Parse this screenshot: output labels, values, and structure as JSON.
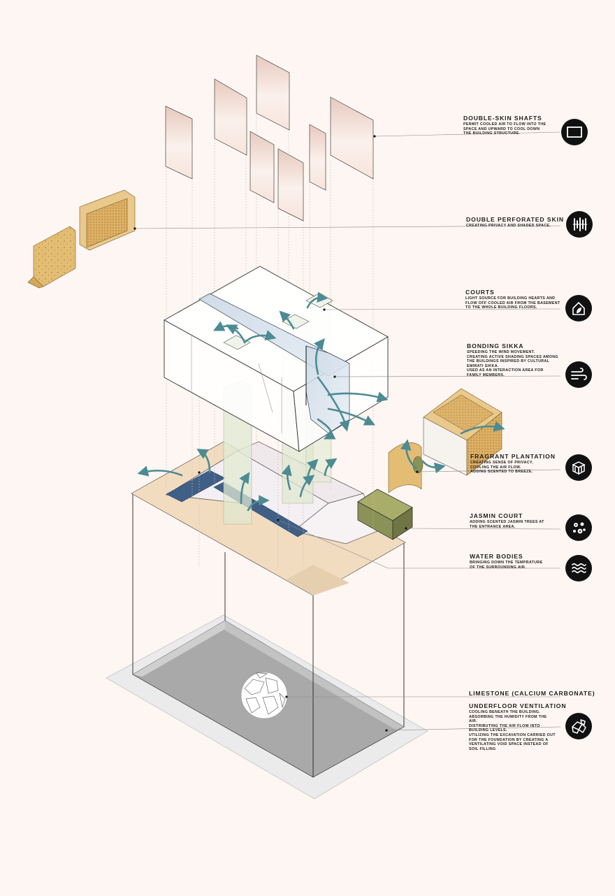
{
  "labels": [
    {
      "id": "double-skin-shafts",
      "title": "DOUBLE-SKIN SHAFTS",
      "desc": [
        "PERMIT COOLED AIR TO FLOW INTO THE",
        "SPACE AND UPWARD TO COOL DOWN",
        "THE BUILDING STRUCTURE."
      ],
      "icon": "window-frame-icon"
    },
    {
      "id": "double-perforated-skin",
      "title": "DOUBLE PERFORATED SKIN",
      "desc": [
        "CREATING PRIVACY AND SHADED SPACE."
      ],
      "icon": "perforated-panel-icon"
    },
    {
      "id": "courts",
      "title": "COURTS",
      "desc": [
        "LIGHT SOURCE FOR BUILDING HEARTS AND",
        "FLOW OFF COOLED AIR FROM THE BASEMENT",
        "TO THE WHOLE BUILDING FLOORS."
      ],
      "icon": "house-leaf-icon"
    },
    {
      "id": "bonding-sikka",
      "title": "BONDING SIKKA",
      "desc": [
        "SPEEDING THE WIND MOVEMENT.",
        "CREATING ACTIVE SHADING SPACES AMONG",
        "THE BUILDINGS INSPIRED BY CULTURAL",
        "EMIRATI SIKKA.",
        "USED AS AN INTERACTION AREA FOR",
        "FAMILY MEMBERS."
      ],
      "icon": "wind-icon"
    },
    {
      "id": "fragrant-plantation",
      "title": "FRAGRANT PLANTATION",
      "desc": [
        "CREATING SENSE OF PRIVACY.",
        "COOLING THE AIR FLOW.",
        "ADDING SCENTED TO BREEZE."
      ],
      "icon": "planter-box-icon"
    },
    {
      "id": "jasmin-court",
      "title": "JASMIN COURT",
      "desc": [
        "ADDING SCENTED JASMIN TREES AT",
        "THE ENTRANCE AREA."
      ],
      "icon": "jasmine-flowers-icon"
    },
    {
      "id": "water-bodies",
      "title": "WATER BODIES",
      "desc": [
        "BRINGING DOWN THE TEMPRATURE",
        "OF THE SURROUNDING AIR."
      ],
      "icon": "water-waves-icon"
    },
    {
      "id": "limestone",
      "title": "LIMESTONE (CALCIUM CARBONATE)",
      "desc": [],
      "icon": ""
    },
    {
      "id": "underfloor-ventilation",
      "title": "UNDERFLOOR VENTILATION",
      "desc": [
        "COOLING BENEATH THE BUILDING.",
        "ABSORBING THE HUMIDITY FROM THE",
        "AIR.",
        "DISTRIBUTING THE AIR FLOW INTO",
        "BUILDING LEVELS.",
        "UTILIZING THE EXCAVATION CARRIED OUT",
        "FOR THE FOUNDATION BY CREATING A",
        "VENTILATING VOID SPACE INSTEAD OF",
        "SOIL FILLING"
      ],
      "icon": "stone-blocks-icon"
    }
  ],
  "colors": {
    "background": "#fdf6f2",
    "sand": "#edd9b4",
    "perforated": "#e2bd74",
    "water": "#3f5f86",
    "glass": "#dbe4ee",
    "green": "#8b9258",
    "airflow": "#4c8b93",
    "basement": "#a6a6a6",
    "panel": "#edd3c8"
  }
}
